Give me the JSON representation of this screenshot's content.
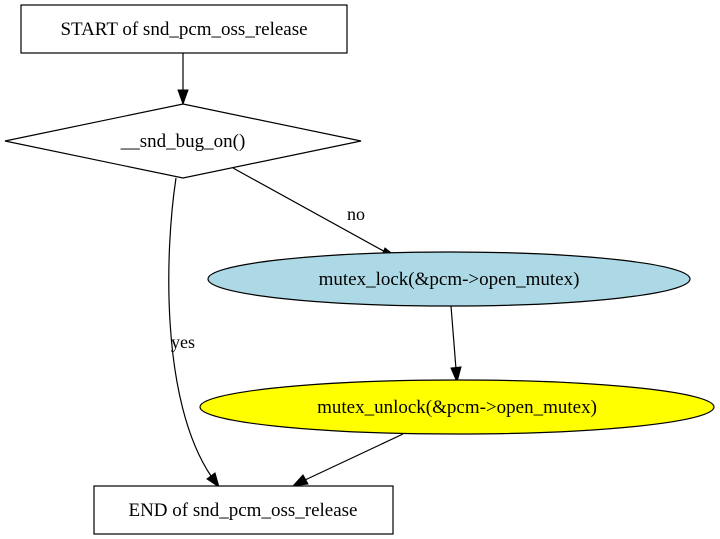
{
  "nodes": {
    "start": {
      "label": "START of snd_pcm_oss_release",
      "shape": "box",
      "fill": "#ffffff"
    },
    "decision": {
      "label": "__snd_bug_on()",
      "shape": "diamond",
      "fill": "#ffffff"
    },
    "lock": {
      "label": "mutex_lock(&pcm->open_mutex)",
      "shape": "ellipse",
      "fill": "#add8e6"
    },
    "unlock": {
      "label": "mutex_unlock(&pcm->open_mutex)",
      "shape": "ellipse",
      "fill": "#ffff00"
    },
    "end": {
      "label": "END of snd_pcm_oss_release",
      "shape": "box",
      "fill": "#ffffff"
    }
  },
  "edges": {
    "start_to_decision": {
      "from": "start",
      "to": "decision",
      "label": ""
    },
    "decision_to_lock": {
      "from": "decision",
      "to": "lock",
      "label": "no"
    },
    "decision_to_end": {
      "from": "decision",
      "to": "end",
      "label": "yes"
    },
    "lock_to_unlock": {
      "from": "lock",
      "to": "unlock",
      "label": ""
    },
    "unlock_to_end": {
      "from": "unlock",
      "to": "end",
      "label": ""
    }
  }
}
